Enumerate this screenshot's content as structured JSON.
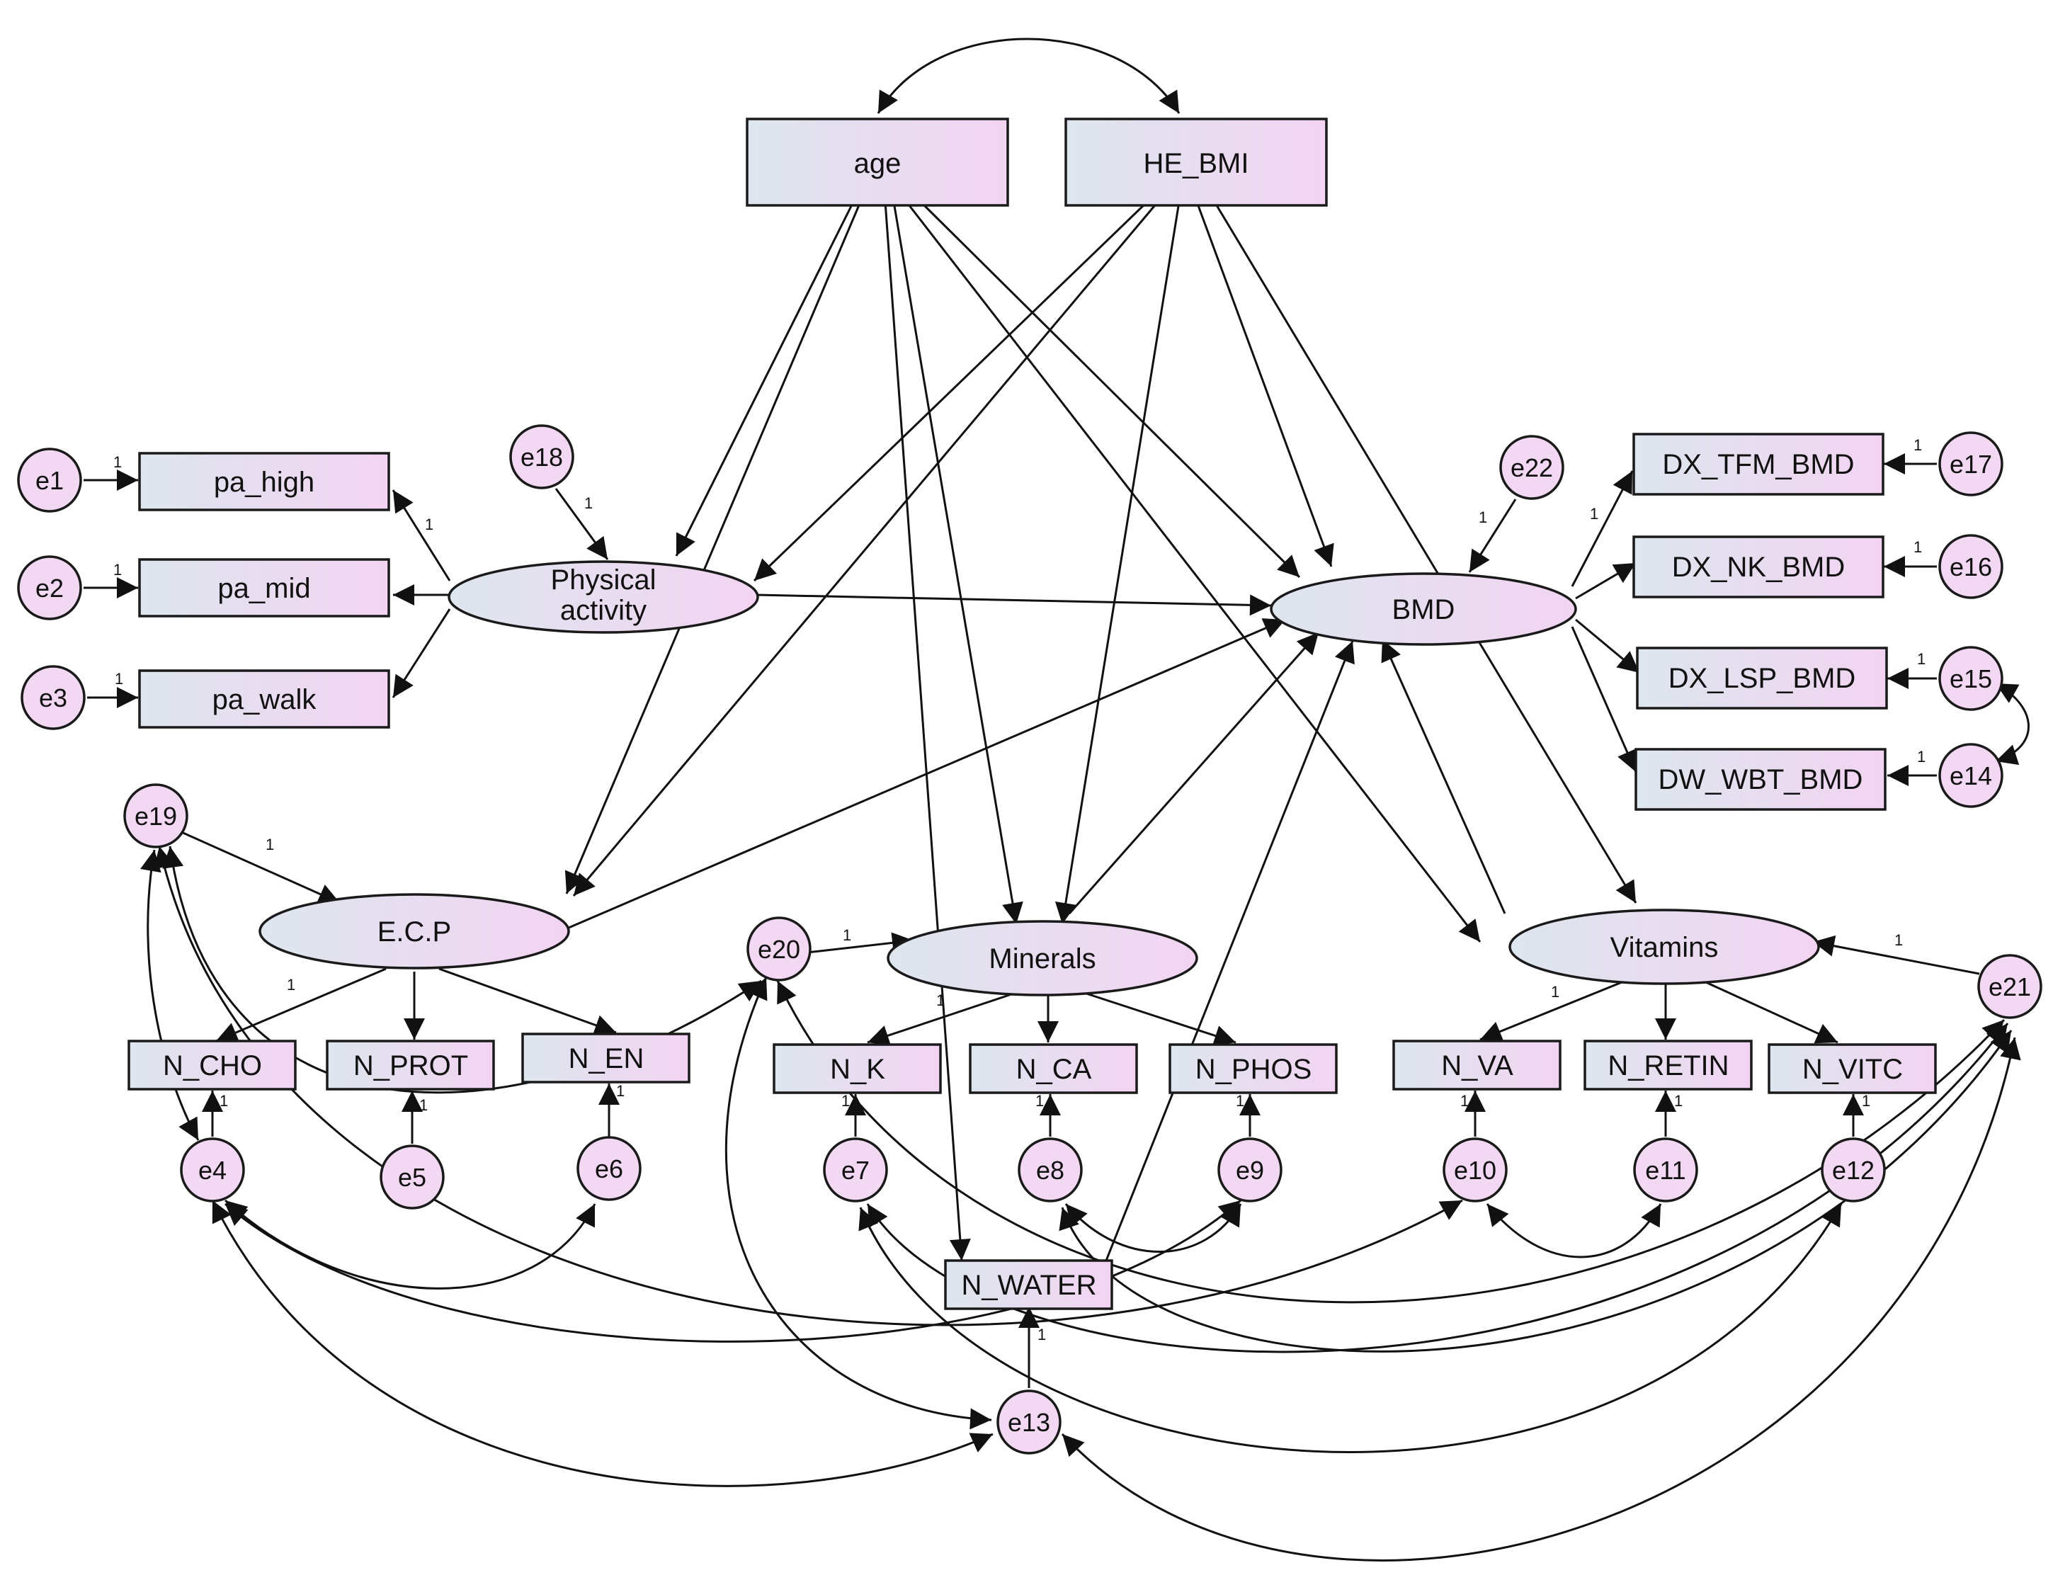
{
  "nodes": {
    "age": "age",
    "he_bmi": "HE_BMI",
    "pa_high": "pa_high",
    "pa_mid": "pa_mid",
    "pa_walk": "pa_walk",
    "physical_line1": "Physical",
    "physical_line2": "activity",
    "bmd": "BMD",
    "dx_tfm": "DX_TFM_BMD",
    "dx_nk": "DX_NK_BMD",
    "dx_lsp": "DX_LSP_BMD",
    "dw_wbt": "DW_WBT_BMD",
    "ecp": "E.C.P",
    "minerals": "Minerals",
    "vitamins": "Vitamins",
    "n_cho": "N_CHO",
    "n_prot": "N_PROT",
    "n_en": "N_EN",
    "n_k": "N_K",
    "n_ca": "N_CA",
    "n_phos": "N_PHOS",
    "n_va": "N_VA",
    "n_retin": "N_RETIN",
    "n_vitc": "N_VITC",
    "n_water": "N_WATER"
  },
  "errors": {
    "e1": "e1",
    "e2": "e2",
    "e3": "e3",
    "e4": "e4",
    "e5": "e5",
    "e6": "e6",
    "e7": "e7",
    "e8": "e8",
    "e9": "e9",
    "e10": "e10",
    "e11": "e11",
    "e12": "e12",
    "e13": "e13",
    "e14": "e14",
    "e15": "e15",
    "e16": "e16",
    "e17": "e17",
    "e18": "e18",
    "e19": "e19",
    "e20": "e20",
    "e21": "e21",
    "e22": "e22"
  },
  "fixed_loading": "1",
  "colors": {
    "fill_left": "#dde6ee",
    "fill_right": "#f3d4f2",
    "error_fill": "#f3d8f3",
    "stroke": "#1a1a1a"
  }
}
